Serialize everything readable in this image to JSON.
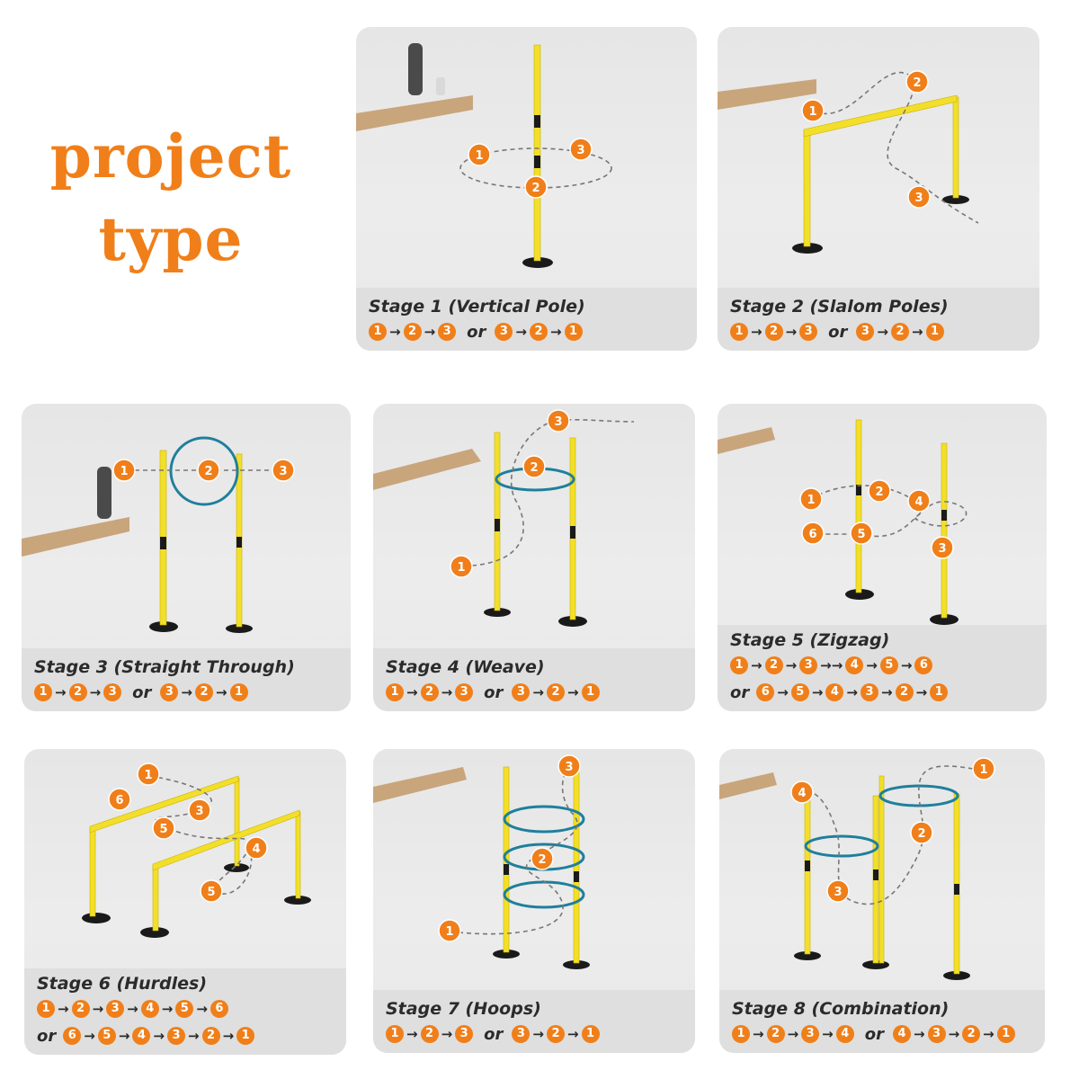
{
  "headline": {
    "line1": "project",
    "line2": "type"
  },
  "arrow_glyph": "→",
  "colors": {
    "accent": "#f07f1a",
    "pole": "#f3df2a",
    "hoop": "#1f7f9c",
    "path": "#777777"
  },
  "stages": [
    {
      "title": "Stage 1 (Vertical Pole)",
      "sequences": [
        {
          "parts": [
            {
              "n": "1"
            },
            {
              "a": "→"
            },
            {
              "n": "2"
            },
            {
              "a": "→"
            },
            {
              "n": "3"
            },
            {
              "or": "or"
            },
            {
              "n": "3"
            },
            {
              "a": "→"
            },
            {
              "n": "2"
            },
            {
              "a": "→"
            },
            {
              "n": "1"
            }
          ]
        }
      ]
    },
    {
      "title": "Stage 2 (Slalom Poles)",
      "sequences": [
        {
          "parts": [
            {
              "n": "1"
            },
            {
              "a": "→"
            },
            {
              "n": "2"
            },
            {
              "a": "→"
            },
            {
              "n": "3"
            },
            {
              "or": "or"
            },
            {
              "n": "3"
            },
            {
              "a": "→"
            },
            {
              "n": "2"
            },
            {
              "a": "→"
            },
            {
              "n": "1"
            }
          ]
        }
      ]
    },
    {
      "title": "Stage 3 (Straight Through)",
      "sequences": [
        {
          "parts": [
            {
              "n": "1"
            },
            {
              "a": "→"
            },
            {
              "n": "2"
            },
            {
              "a": "→"
            },
            {
              "n": "3"
            },
            {
              "or": "or"
            },
            {
              "n": "3"
            },
            {
              "a": "→"
            },
            {
              "n": "2"
            },
            {
              "a": "→"
            },
            {
              "n": "1"
            }
          ]
        }
      ]
    },
    {
      "title": "Stage 4 (Weave)",
      "sequences": [
        {
          "parts": [
            {
              "n": "1"
            },
            {
              "a": "→"
            },
            {
              "n": "2"
            },
            {
              "a": "→"
            },
            {
              "n": "3"
            },
            {
              "or": "or"
            },
            {
              "n": "3"
            },
            {
              "a": "→"
            },
            {
              "n": "2"
            },
            {
              "a": "→"
            },
            {
              "n": "1"
            }
          ]
        }
      ]
    },
    {
      "title": "Stage 5 (Zigzag)",
      "sequences": [
        {
          "parts": [
            {
              "n": "1"
            },
            {
              "a": "→"
            },
            {
              "n": "2"
            },
            {
              "a": "→"
            },
            {
              "n": "3"
            },
            {
              "a": "→→"
            },
            {
              "n": "4"
            },
            {
              "a": "→"
            },
            {
              "n": "5"
            },
            {
              "a": "→"
            },
            {
              "n": "6"
            }
          ]
        },
        {
          "parts": [
            {
              "or": "or"
            },
            {
              "n": "6"
            },
            {
              "a": "→"
            },
            {
              "n": "5"
            },
            {
              "a": "→"
            },
            {
              "n": "4"
            },
            {
              "a": "→"
            },
            {
              "n": "3"
            },
            {
              "a": "→"
            },
            {
              "n": "2"
            },
            {
              "a": "→"
            },
            {
              "n": "1"
            }
          ]
        }
      ]
    },
    {
      "title": "Stage 6 (Hurdles)",
      "sequences": [
        {
          "parts": [
            {
              "n": "1"
            },
            {
              "a": "→"
            },
            {
              "n": "2"
            },
            {
              "a": "→"
            },
            {
              "n": "3"
            },
            {
              "a": "→"
            },
            {
              "n": "4"
            },
            {
              "a": "→"
            },
            {
              "n": "5"
            },
            {
              "a": "→"
            },
            {
              "n": "6"
            }
          ]
        },
        {
          "parts": [
            {
              "or": "or"
            },
            {
              "n": "6"
            },
            {
              "a": "→"
            },
            {
              "n": "5"
            },
            {
              "a": "→"
            },
            {
              "n": "4"
            },
            {
              "a": "→"
            },
            {
              "n": "3"
            },
            {
              "a": "→"
            },
            {
              "n": "2"
            },
            {
              "a": "→"
            },
            {
              "n": "1"
            }
          ]
        }
      ]
    },
    {
      "title": "Stage 7 (Hoops)",
      "sequences": [
        {
          "parts": [
            {
              "n": "1"
            },
            {
              "a": "→"
            },
            {
              "n": "2"
            },
            {
              "a": "→"
            },
            {
              "n": "3"
            },
            {
              "or": "or"
            },
            {
              "n": "3"
            },
            {
              "a": "→"
            },
            {
              "n": "2"
            },
            {
              "a": "→"
            },
            {
              "n": "1"
            }
          ]
        }
      ]
    },
    {
      "title": "Stage 8 (Combination)",
      "sequences": [
        {
          "parts": [
            {
              "n": "1"
            },
            {
              "a": "→"
            },
            {
              "n": "2"
            },
            {
              "a": "→"
            },
            {
              "n": "3"
            },
            {
              "a": "→"
            },
            {
              "n": "4"
            },
            {
              "or": "or"
            },
            {
              "n": "4"
            },
            {
              "a": "→"
            },
            {
              "n": "3"
            },
            {
              "a": "→"
            },
            {
              "n": "2"
            },
            {
              "a": "→"
            },
            {
              "n": "1"
            }
          ]
        }
      ]
    }
  ]
}
